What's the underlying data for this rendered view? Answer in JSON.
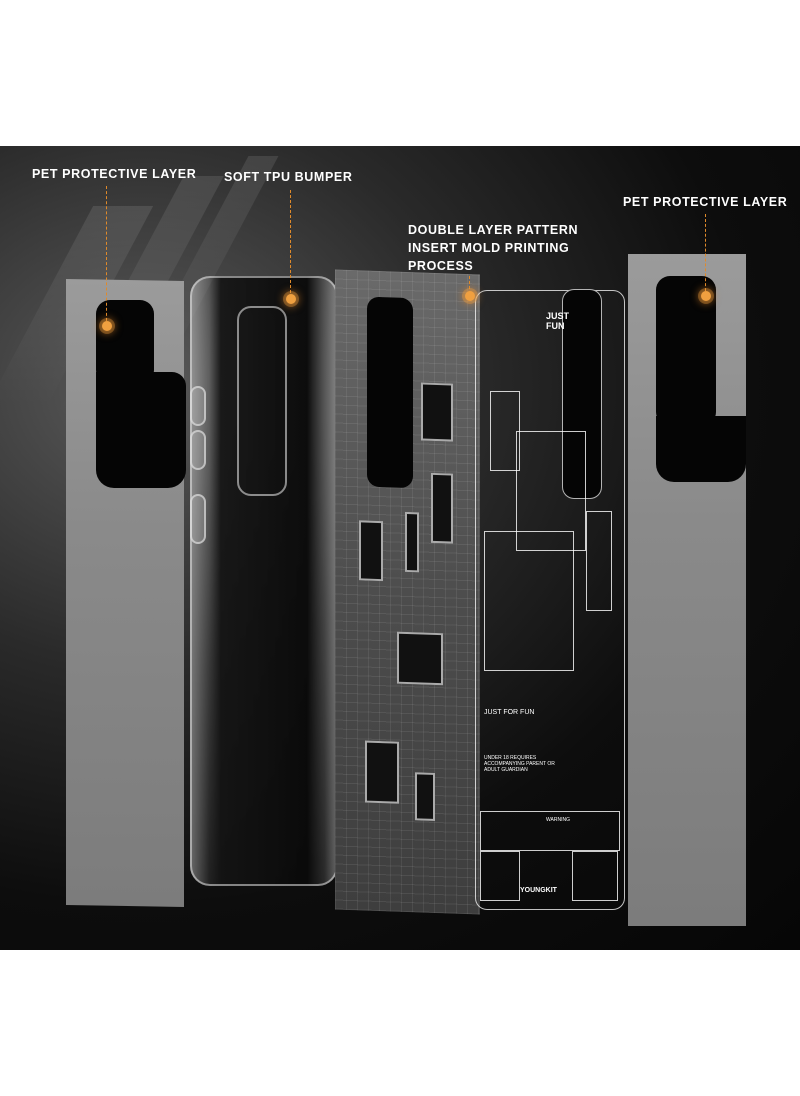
{
  "labels": {
    "pet_layer_left": "PET PROTECTIVE LAYER",
    "soft_tpu": "SOFT TPU BUMPER",
    "double_layer": "DOUBLE LAYER PATTERN\nINSERT MOLD PRINTING\nPROCESS",
    "pet_layer_right": "PET PROTECTIVE LAYER"
  },
  "pattern_text": {
    "just_fun": "JUST\nFUN",
    "just_for_fun": "JUST FOR FUN",
    "warning": "WARNING",
    "brand": "YOUNGKIT",
    "fine_print": "UNDER 18 REQUIRES\nACCOMPANYING PARENT OR\nADULT GUARDIAN"
  },
  "colors": {
    "accent": "#f0a040",
    "background": "#0d0d0d",
    "film": "#8a8a8a"
  }
}
